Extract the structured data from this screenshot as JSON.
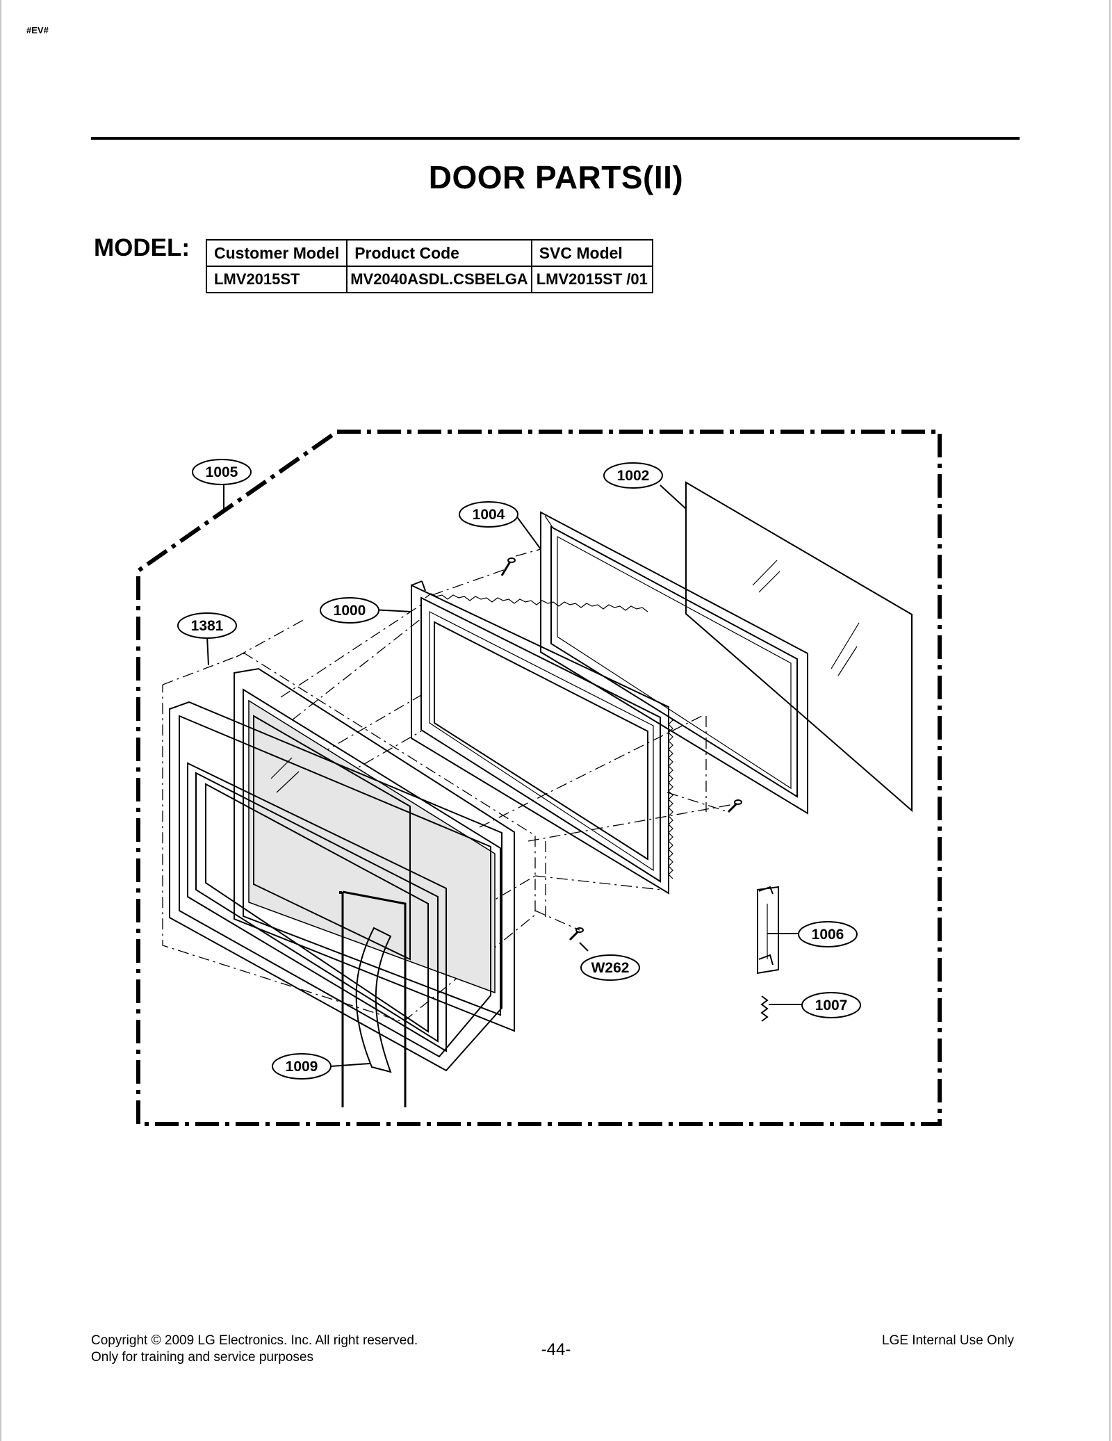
{
  "header": {
    "tag": "#EV#",
    "title": "DOOR PARTS(II)"
  },
  "model": {
    "label": "MODEL:",
    "columns": [
      "Customer Model",
      "Product Code",
      "SVC Model"
    ],
    "row": [
      "LMV2015ST",
      "MV2040ASDL.CSBELGA",
      "LMV2015ST /01"
    ]
  },
  "callouts": [
    {
      "id": "1005"
    },
    {
      "id": "1002"
    },
    {
      "id": "1004"
    },
    {
      "id": "1000"
    },
    {
      "id": "1381"
    },
    {
      "id": "1006"
    },
    {
      "id": "W262"
    },
    {
      "id": "1007"
    },
    {
      "id": "1009"
    }
  ],
  "footer": {
    "copyright": "Copyright © 2009 LG Electronics. Inc. All right reserved.",
    "purpose": "Only for training and service purposes",
    "page_number": "-44-",
    "internal": "LGE Internal Use Only"
  }
}
